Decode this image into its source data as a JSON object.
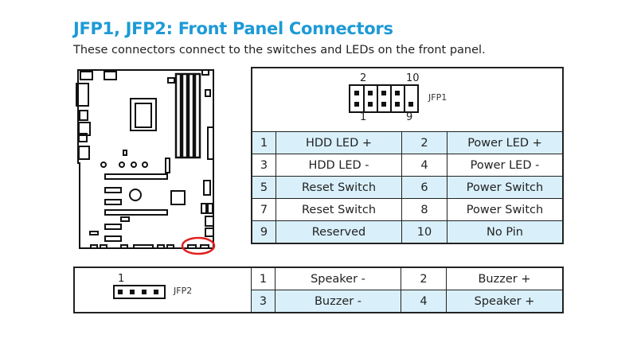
{
  "title": "JFP1, JFP2: Front Panel Connectors",
  "subtitle": "These connectors connect to the switches and LEDs on the front panel.",
  "jfp1": {
    "name": "JFP1",
    "pin_labels": {
      "top_left": "2",
      "top_right": "10",
      "bottom_left": "1",
      "bottom_right": "9"
    },
    "rows": [
      {
        "p1": "1",
        "s1": "HDD LED +",
        "p2": "2",
        "s2": "Power LED +"
      },
      {
        "p1": "3",
        "s1": "HDD LED -",
        "p2": "4",
        "s2": "Power LED -"
      },
      {
        "p1": "5",
        "s1": "Reset Switch",
        "p2": "6",
        "s2": "Power Switch"
      },
      {
        "p1": "7",
        "s1": "Reset Switch",
        "p2": "8",
        "s2": "Power Switch"
      },
      {
        "p1": "9",
        "s1": "Reserved",
        "p2": "10",
        "s2": "No Pin"
      }
    ]
  },
  "jfp2": {
    "name": "JFP2",
    "pin_label": "1",
    "rows": [
      {
        "p1": "1",
        "s1": "Speaker -",
        "p2": "2",
        "s2": "Buzzer +"
      },
      {
        "p1": "3",
        "s1": "Buzzer -",
        "p2": "4",
        "s2": "Speaker +"
      }
    ]
  },
  "colors": {
    "accent": "#1d9ad6",
    "cell": "#d9f0fb",
    "highlight": "#e0201e"
  }
}
